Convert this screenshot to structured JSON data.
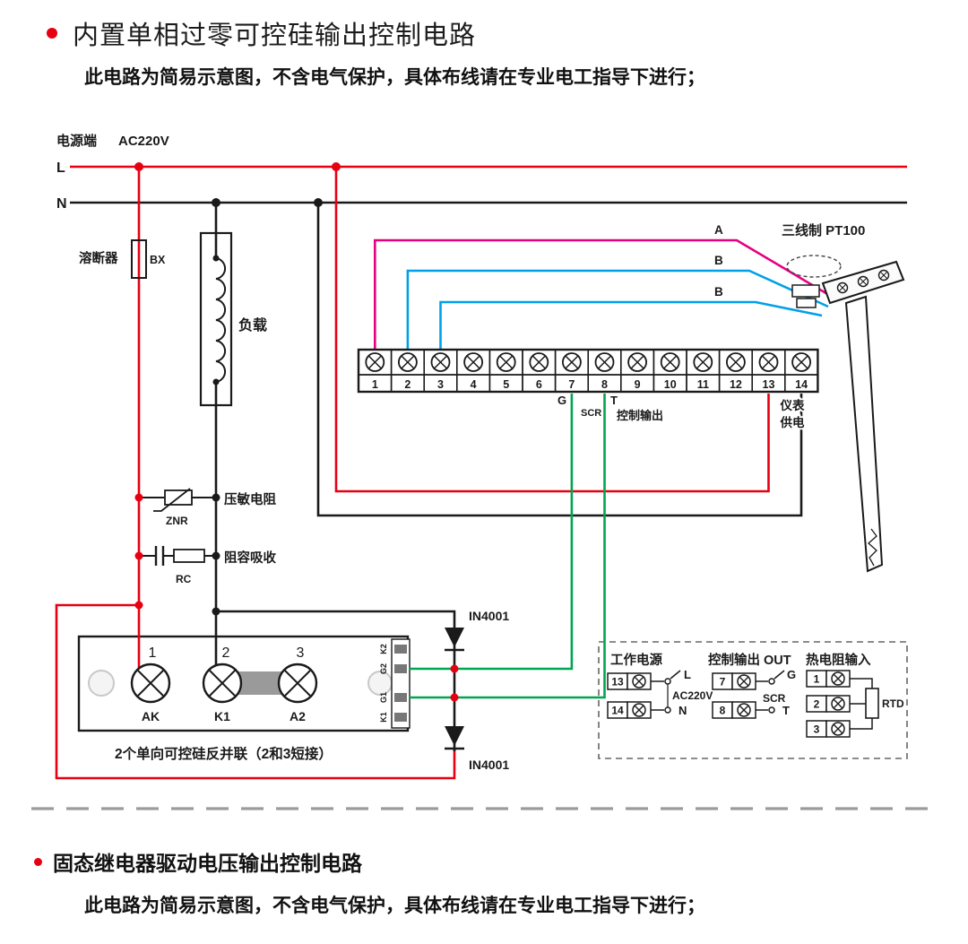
{
  "section1": {
    "title": "内置单相过零可控硅输出控制电路",
    "subtitle": "此电路为简易示意图，不含电气保护，具体布线请在专业电工指导下进行；"
  },
  "section2": {
    "title": "固态继电器驱动电压输出控制电路",
    "subtitle": "此电路为简易示意图，不含电气保护，具体布线请在专业电工指导下进行；"
  },
  "colors": {
    "wire_red": "#e60012",
    "wire_black": "#1a1a1a",
    "wire_green": "#00a651",
    "wire_blue": "#00a0e9",
    "wire_magenta": "#e6007e",
    "separator_gray": "#9b9b9b"
  },
  "circuit": {
    "power_terminal": "电源端",
    "voltage": "AC220V",
    "line_l": "L",
    "line_n": "N",
    "fuse_label": "溶断器",
    "fuse_code": "BX",
    "load_label": "负载",
    "varistor_label": "压敏电阻",
    "varistor_code": "ZNR",
    "rc_label": "阻容吸收",
    "rc_code": "RC",
    "sensor_label": "三线制 PT100",
    "wire_a": "A",
    "wire_b1": "B",
    "wire_b2": "B",
    "terminals": [
      "1",
      "2",
      "3",
      "4",
      "5",
      "6",
      "7",
      "8",
      "9",
      "10",
      "11",
      "12",
      "13",
      "14"
    ],
    "pin_g": "G",
    "pin_scr": "SCR",
    "pin_t": "T",
    "control_output": "控制输出",
    "meter_line1": "仪表",
    "meter_line2": "供电",
    "diode1": "IN4001",
    "diode2": "IN4001",
    "module": {
      "num1": "1",
      "num2": "2",
      "num3": "3",
      "pad1": "AK",
      "pad2": "K1",
      "pad3": "A2",
      "strip1": "K2",
      "strip2": "G2",
      "strip3": "G1",
      "strip4": "K1",
      "caption": "2个单向可控硅反并联（2和3短接）"
    }
  },
  "legend": {
    "power": {
      "title": "工作电源",
      "row1_num": "13",
      "row1_label": "L",
      "row2_num": "14",
      "row2_label": "N",
      "source": "AC220V"
    },
    "output": {
      "title": "控制输出 OUT",
      "row1_num": "7",
      "row1_label": "G",
      "row2_num": "8",
      "row2_label": "T",
      "mid_label": "SCR"
    },
    "rtd": {
      "title": "热电阻输入",
      "row1_num": "1",
      "row2_num": "2",
      "row3_num": "3",
      "label": "RTD"
    }
  }
}
